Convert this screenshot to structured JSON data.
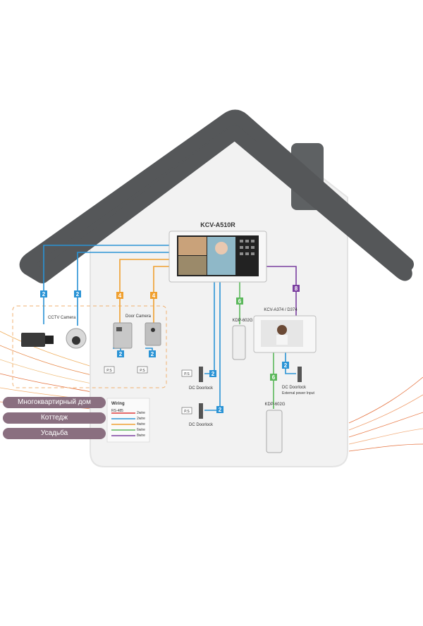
{
  "main_unit": {
    "title": "KCV-A510R"
  },
  "cameras": {
    "cctv_label": "CCTV Camera",
    "door_label": "Door Camera"
  },
  "sub_monitor": {
    "title": "KCV-A374 / D374",
    "lock_label": "DC Doorlock",
    "power_label": "External power Input"
  },
  "handsets": {
    "top_label": "KDP-602G",
    "bottom_label": "KDP-602G"
  },
  "doorlocks": {
    "label1": "DC Doorlock",
    "label2": "DC Doorlock"
  },
  "ps_label": "P.S",
  "wire_numbers": {
    "two": "2",
    "four": "4",
    "six": "6",
    "eight": "8"
  },
  "legend": {
    "title": "Wiring",
    "items": [
      {
        "label": "RS-485",
        "value": "2wire",
        "color": "#e03a3a"
      },
      {
        "label": "",
        "value": "2wire",
        "color": "#2a93d5"
      },
      {
        "label": "",
        "value": "4wire",
        "color": "#f0a030"
      },
      {
        "label": "",
        "value": "6wire",
        "color": "#5cb85c"
      },
      {
        "label": "",
        "value": "8wire",
        "color": "#7b3fa0"
      }
    ]
  },
  "menu": {
    "items": [
      "Многоквартирный дом",
      "Коттедж",
      "Усадьба"
    ]
  },
  "colors": {
    "roof": "#555759",
    "house": "#f2f2f2",
    "pill": "#8a6f80",
    "blue": "#2a93d5",
    "orange": "#f0a030",
    "green": "#5cb85c",
    "purple": "#7b3fa0"
  }
}
